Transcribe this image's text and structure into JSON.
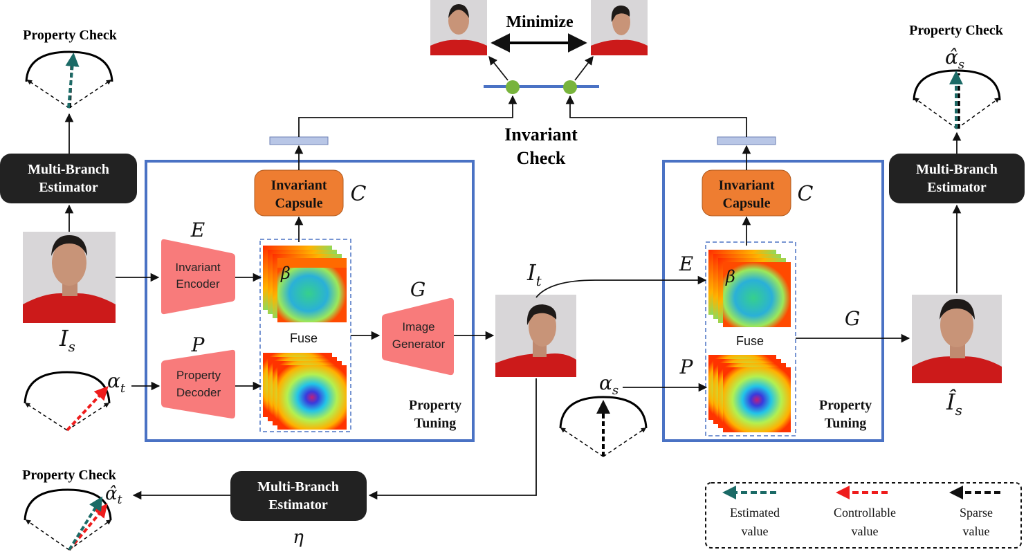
{
  "colors": {
    "box_border": "#4a72c4",
    "capsule": "#ee7d31",
    "module_pink": "#f87b7b",
    "estimator": "#222222",
    "teal": "#1b6a66",
    "red": "#ee1c1c",
    "node_green": "#78b43c",
    "face_bg": "#d8d6d8",
    "shirt": "#cc1a1a"
  },
  "labels": {
    "property_check": "Property Check",
    "minimize": "Minimize",
    "invariant_check_1": "Invariant",
    "invariant_check_2": "Check",
    "estimator_1": "Multi-Branch",
    "estimator_2": "Estimator",
    "capsule_1": "Invariant",
    "capsule_2": "Capsule",
    "encoder_1": "Invariant",
    "encoder_2": "Encoder",
    "decoder_1": "Property",
    "decoder_2": "Decoder",
    "generator_1": "Image",
    "generator_2": "Generator",
    "fuse": "Fuse",
    "tuning_1": "Property",
    "tuning_2": "Tuning"
  },
  "symbols": {
    "C": "C",
    "E": "E",
    "P": "P",
    "G": "G",
    "beta": "β",
    "eta": "η",
    "I": "I",
    "I_hat": "Î",
    "alpha": "α",
    "alpha_hat": "α̂",
    "sub_s": "s",
    "sub_t": "t"
  },
  "legend": [
    {
      "label_1": "Estimated",
      "label_2": "value",
      "arrow": "teal-dashed"
    },
    {
      "label_1": "Controllable",
      "label_2": "value",
      "arrow": "red-dashed"
    },
    {
      "label_1": "Sparse",
      "label_2": "value",
      "arrow": "black-dashed"
    }
  ]
}
